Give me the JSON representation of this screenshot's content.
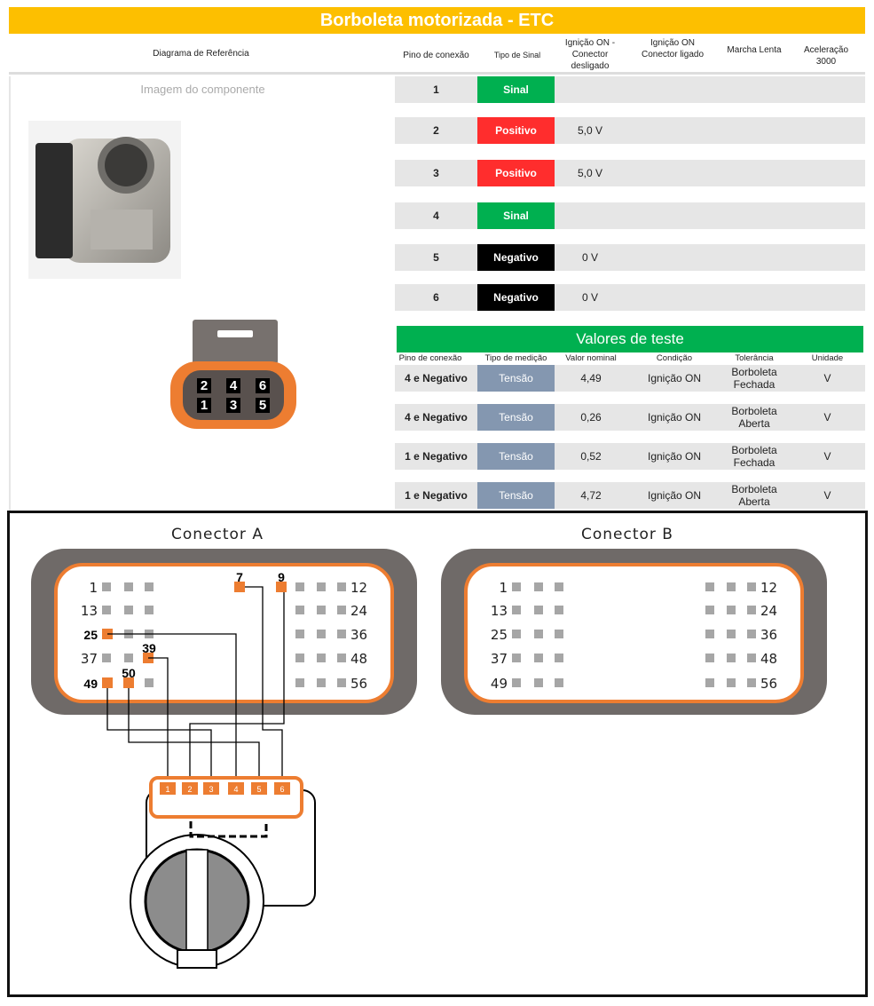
{
  "title": "Borboleta motorizada - ETC",
  "header": {
    "reference": "Diagrama de Referência",
    "pin": "Pino de conexão",
    "signal": "Tipo de Sinal",
    "ign_off": "Ignição ON - Conector desligado",
    "ign_on": "Ignição ON Conector ligado",
    "idle": "Marcha Lenta",
    "accel": "Aceleração 3000"
  },
  "component_image_label": "Imagem do componente",
  "pins": [
    {
      "pin": "1",
      "signal": "Sinal",
      "color": "#00b050",
      "value": ""
    },
    {
      "pin": "2",
      "signal": "Positivo",
      "color": "#ff2d2d",
      "value": "5,0 V"
    },
    {
      "pin": "3",
      "signal": "Positivo",
      "color": "#ff2d2d",
      "value": "5,0 V"
    },
    {
      "pin": "4",
      "signal": "Sinal",
      "color": "#00b050",
      "value": ""
    },
    {
      "pin": "5",
      "signal": "Negativo",
      "color": "#000000",
      "value": "0 V"
    },
    {
      "pin": "6",
      "signal": "Negativo",
      "color": "#000000",
      "value": "0 V"
    }
  ],
  "connector_pins": {
    "top": [
      "2",
      "4",
      "6"
    ],
    "bottom": [
      "1",
      "3",
      "5"
    ]
  },
  "tests": {
    "title": "Valores de teste",
    "headers": [
      "Pino de conexão",
      "Tipo de medição",
      "Valor nominal",
      "Condição",
      "Tolerância",
      "Unidade"
    ],
    "rows": [
      {
        "pin": "4 e Negativo",
        "type": "Tensão",
        "value": "4,49",
        "cond": "Ignição ON",
        "tol1": "Borboleta",
        "tol2": "Fechada",
        "unit": "V"
      },
      {
        "pin": "4 e Negativo",
        "type": "Tensão",
        "value": "0,26",
        "cond": "Ignição ON",
        "tol1": "Borboleta",
        "tol2": "Aberta",
        "unit": "V"
      },
      {
        "pin": "1 e Negativo",
        "type": "Tensão",
        "value": "0,52",
        "cond": "Ignição ON",
        "tol1": "Borboleta",
        "tol2": "Fechada",
        "unit": "V"
      },
      {
        "pin": "1 e Negativo",
        "type": "Tensão",
        "value": "4,72",
        "cond": "Ignição ON",
        "tol1": "Borboleta",
        "tol2": "Aberta",
        "unit": "V"
      }
    ]
  },
  "diagram": {
    "conA": "Conector A",
    "conB": "Conector B",
    "left_labels": [
      "1",
      "13",
      "25",
      "37",
      "49"
    ],
    "right_labels": [
      "12",
      "24",
      "36",
      "48",
      "56"
    ],
    "hl": {
      "p7": "7",
      "p9": "9",
      "p25": "25",
      "p39": "39",
      "p49": "49",
      "p50": "50"
    },
    "ecu_pins": [
      "1",
      "2",
      "3",
      "4",
      "5",
      "6"
    ],
    "orange": "#ed7d31"
  }
}
